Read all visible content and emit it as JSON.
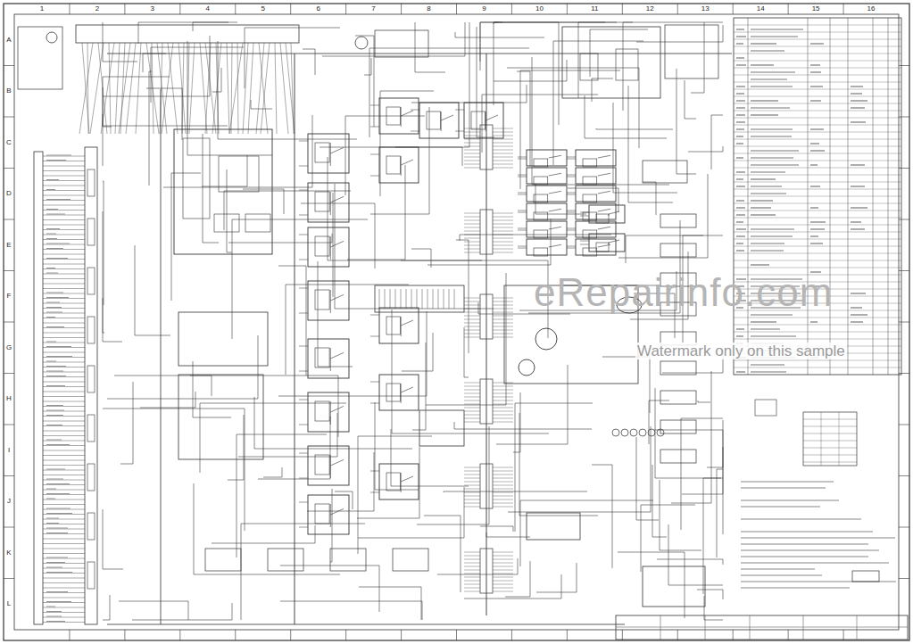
{
  "diagram": {
    "labels": [
      "1",
      "2",
      "3",
      "4",
      "5",
      "6",
      "7",
      "8",
      "9",
      "10",
      "11",
      "12",
      "13",
      "14",
      "15",
      "16",
      "A",
      "B",
      "C",
      "D",
      "E",
      "F",
      "G",
      "H",
      "I",
      "J",
      "K",
      "L",
      "eRepairinfo.com",
      "Watermark only on this sample"
    ]
  }
}
